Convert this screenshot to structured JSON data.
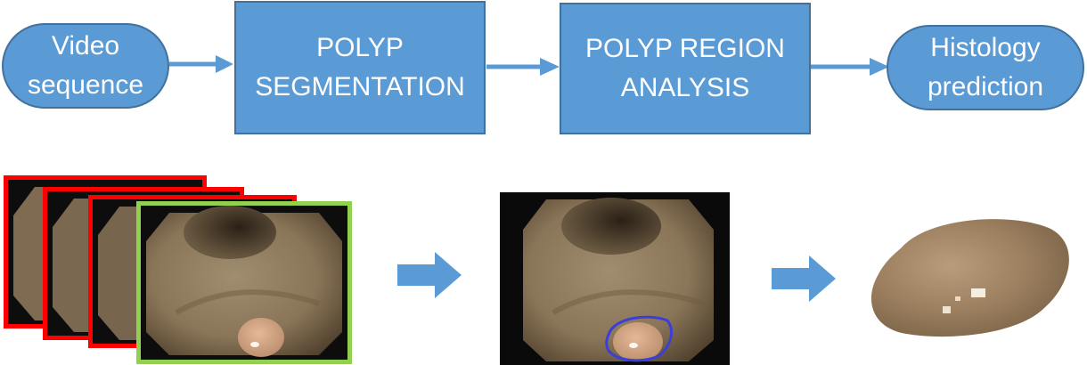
{
  "flow": {
    "nodes": [
      {
        "id": "video",
        "lines": [
          "Video",
          "sequence"
        ]
      },
      {
        "id": "segmentation",
        "lines": [
          "POLYP",
          "SEGMENTATION"
        ]
      },
      {
        "id": "analysis",
        "lines": [
          "POLYP REGION",
          "ANALYSIS"
        ]
      },
      {
        "id": "histology",
        "lines": [
          "Histology",
          "prediction"
        ]
      }
    ]
  },
  "colors": {
    "box_fill": "#5b9bd5",
    "box_border": "#41719c",
    "rejected_frame": "#ff0000",
    "selected_frame": "#92d050",
    "polyp_outline": "#3a3fd8"
  }
}
